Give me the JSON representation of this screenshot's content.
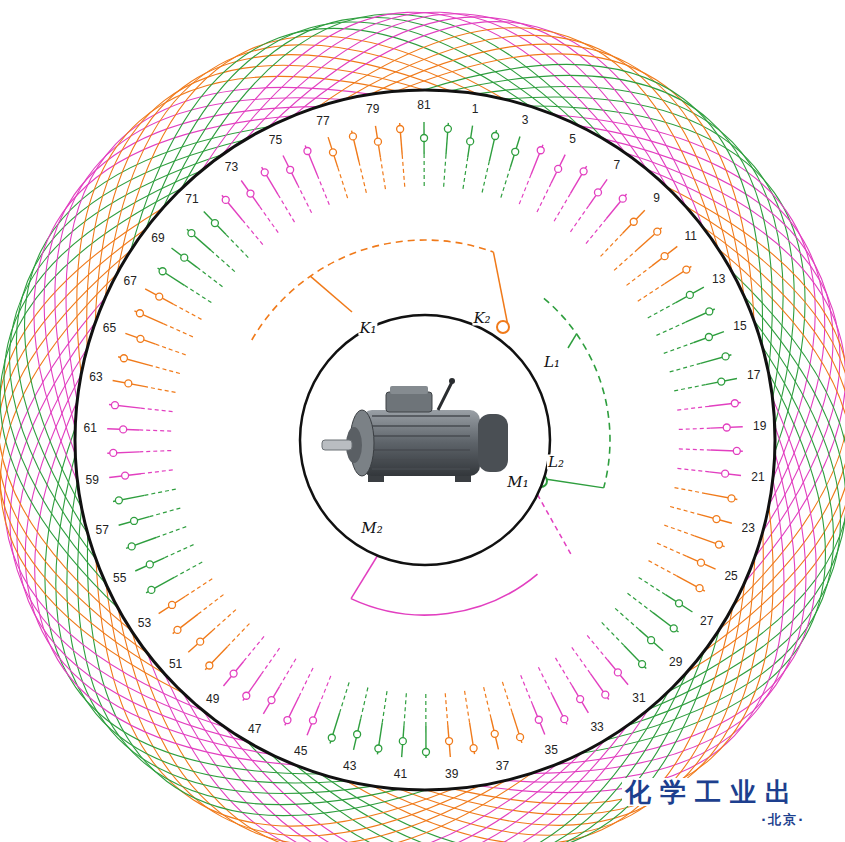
{
  "diagram": {
    "labels": [
      "1",
      "3",
      "5",
      "7",
      "9",
      "11",
      "13",
      "15",
      "17",
      "19",
      "21",
      "23",
      "25",
      "27",
      "29",
      "31",
      "33",
      "35",
      "37",
      "39",
      "41",
      "43",
      "45",
      "47",
      "49",
      "51",
      "53",
      "55",
      "57",
      "59",
      "61",
      "63",
      "65",
      "67",
      "69",
      "71",
      "73",
      "75",
      "77",
      "79",
      "81",
      "K₁",
      "K₂",
      "L₁",
      "L₂",
      "M₁",
      "M₂",
      "化学工业出",
      "·北京·"
    ]
  }
}
